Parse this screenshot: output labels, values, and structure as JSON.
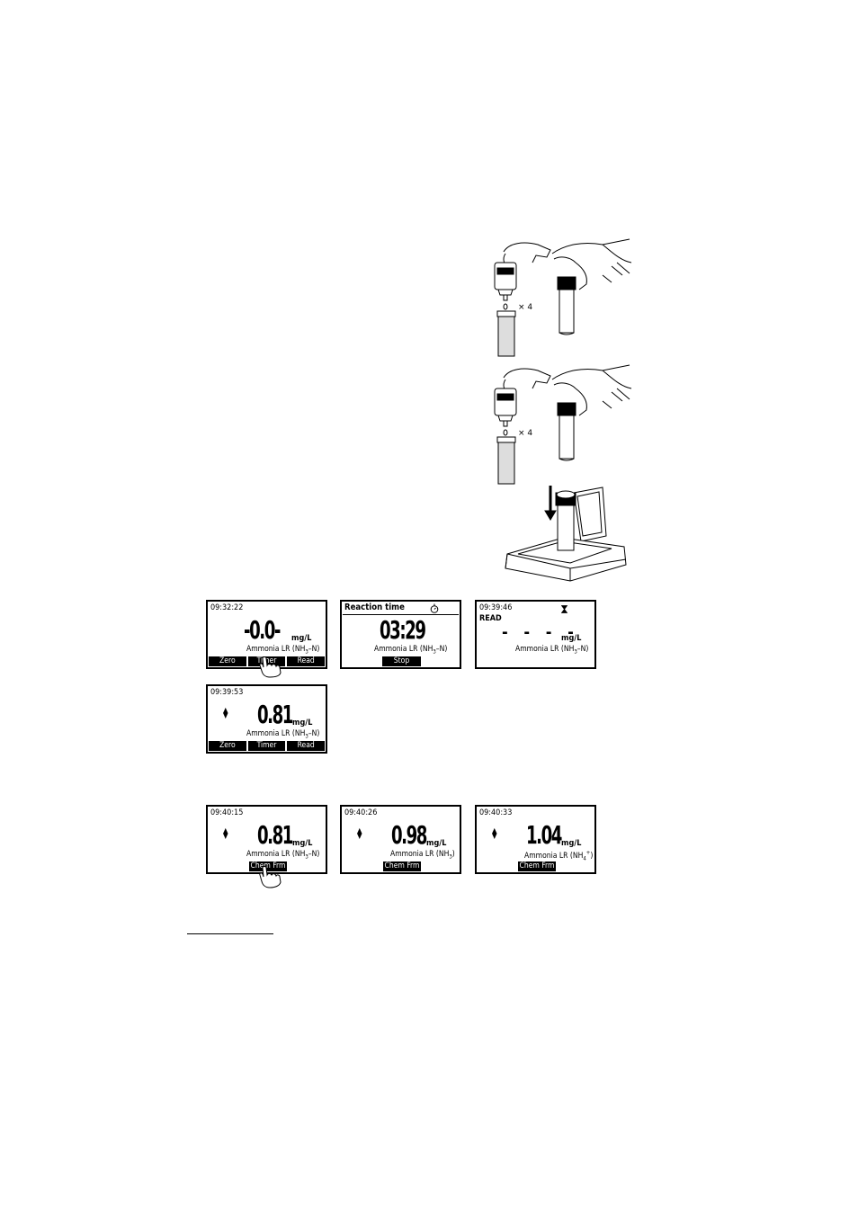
{
  "illustrations": {
    "step1_multiplier": "× 4",
    "step2_multiplier": "× 4"
  },
  "screens": [
    {
      "time": "09:32:22",
      "value": "-0.0-",
      "unit": "mg/L",
      "param_pre": "Ammonia LR (NH",
      "param_sub": "3",
      "param_post": "–N)",
      "keys": [
        "Zero",
        "Timer",
        "Read"
      ]
    },
    {
      "title": "Reaction time",
      "value": "03:29",
      "param_pre": "Ammonia LR (NH",
      "param_sub": "3",
      "param_post": "–N)",
      "key": "Stop"
    },
    {
      "time": "09:39:46",
      "status": "READ",
      "value": "- - - -",
      "unit": "mg/L",
      "param_pre": "Ammonia LR (NH",
      "param_sub": "3",
      "param_post": "–N)"
    },
    {
      "time": "09:39:53",
      "value": "0.81",
      "unit": "mg/L",
      "param_pre": "Ammonia LR (NH",
      "param_sub": "3",
      "param_post": "–N)",
      "keys": [
        "Zero",
        "Timer",
        "Read"
      ]
    },
    {
      "time": "09:40:15",
      "value": "0.81",
      "unit": "mg/L",
      "param_pre": "Ammonia LR (NH",
      "param_sub": "3",
      "param_post": "–N)",
      "key": "Chem Frm"
    },
    {
      "time": "09:40:26",
      "value": "0.98",
      "unit": "mg/L",
      "param_pre": "Ammonia LR (NH",
      "param_sub": "3",
      "param_post": ")",
      "key": "Chem Frm"
    },
    {
      "time": "09:40:33",
      "value": "1.04",
      "unit": "mg/L",
      "param_pre": "Ammonia LR (NH",
      "param_sub": "4",
      "param_sup": "+",
      "param_post": ")",
      "key": "Chem Frm"
    }
  ]
}
